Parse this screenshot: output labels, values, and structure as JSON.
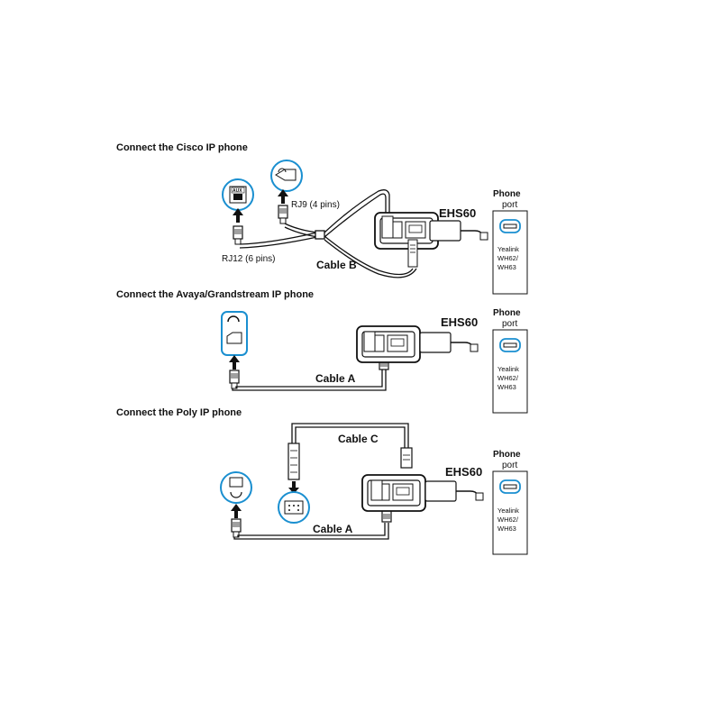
{
  "sections": [
    {
      "title": "Connect the Cisco IP phone",
      "cable_label": "Cable B",
      "rj9_label": "RJ9 (4 pins)",
      "rj12_label": "RJ12 (6 pins)",
      "aux_label": "AUX",
      "ehs_label": "EHS60",
      "phone_label": "Phone",
      "port_label": "port",
      "yealink_lines": [
        "Yealink",
        "WH62/",
        "WH63"
      ]
    },
    {
      "title": "Connect the Avaya/Grandstream IP phone",
      "cable_label": "Cable A",
      "ehs_label": "EHS60",
      "phone_label": "Phone",
      "port_label": "port",
      "yealink_lines": [
        "Yealink",
        "WH62/",
        "WH63"
      ]
    },
    {
      "title": "Connect the Poly IP phone",
      "cable_a_label": "Cable A",
      "cable_c_label": "Cable C",
      "ehs_label": "EHS60",
      "phone_label": "Phone",
      "port_label": "port",
      "yealink_lines": [
        "Yealink",
        "WH62/",
        "WH63"
      ]
    }
  ],
  "colors": {
    "accent": "#1a8fd0",
    "line": "#111111",
    "cable_fill": "#ffffff"
  },
  "icons": [
    "aux-port-icon",
    "headset-port-icon",
    "arrow-up-icon",
    "arrow-down-icon",
    "rj-plug-icon",
    "usb-plug-icon"
  ]
}
